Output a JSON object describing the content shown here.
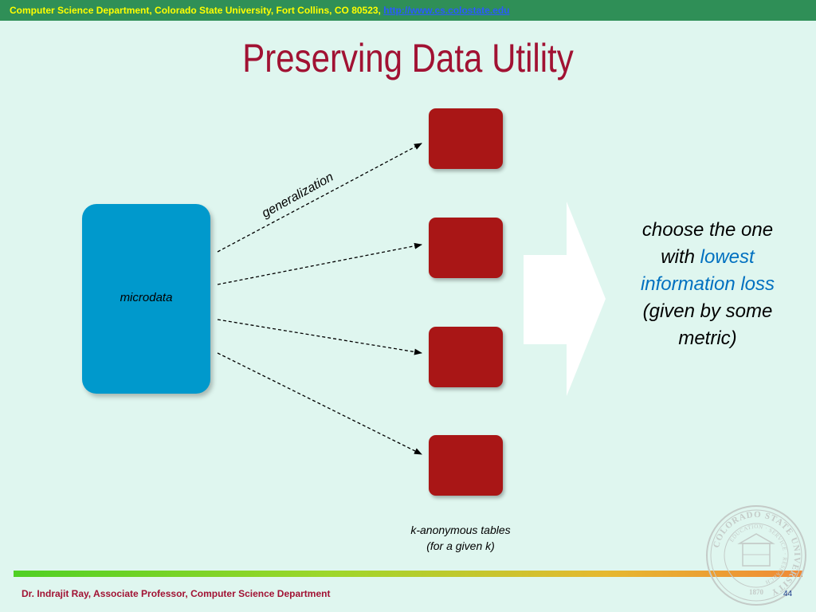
{
  "header": {
    "text": "Computer Science Department, Colorado State University, Fort Collins, CO 80523, ",
    "link": "http://www.cs.colostate.edu"
  },
  "title": "Preserving Data Utility",
  "diagram": {
    "source_label": "microdata",
    "edge_label": "generalization",
    "target_count": 4,
    "targets_caption_line1": "k-anonymous tables",
    "targets_caption_line2": "(for a given k)"
  },
  "callout": {
    "line1": "choose the one",
    "line2_prefix": "with ",
    "highlight_1": "lowest",
    "highlight_2": "information loss",
    "line4": "(given by some",
    "line5": "metric)"
  },
  "footer": {
    "author": "Dr. Indrajit Ray, Associate Professor, Computer Science Department",
    "page": "44"
  },
  "seal": {
    "ring_text": "COLORADO STATE UNIVERSITY",
    "inner_text": "EDUCATION · SERVICE · RESEARCH",
    "year": "1870"
  },
  "colors": {
    "background": "#dff6ef",
    "header_bar": "#2f8f57",
    "header_text": "#ffff00",
    "title": "#a11233",
    "source_box": "#0099cc",
    "target_box": "#a91616",
    "highlight": "#0070c0"
  }
}
